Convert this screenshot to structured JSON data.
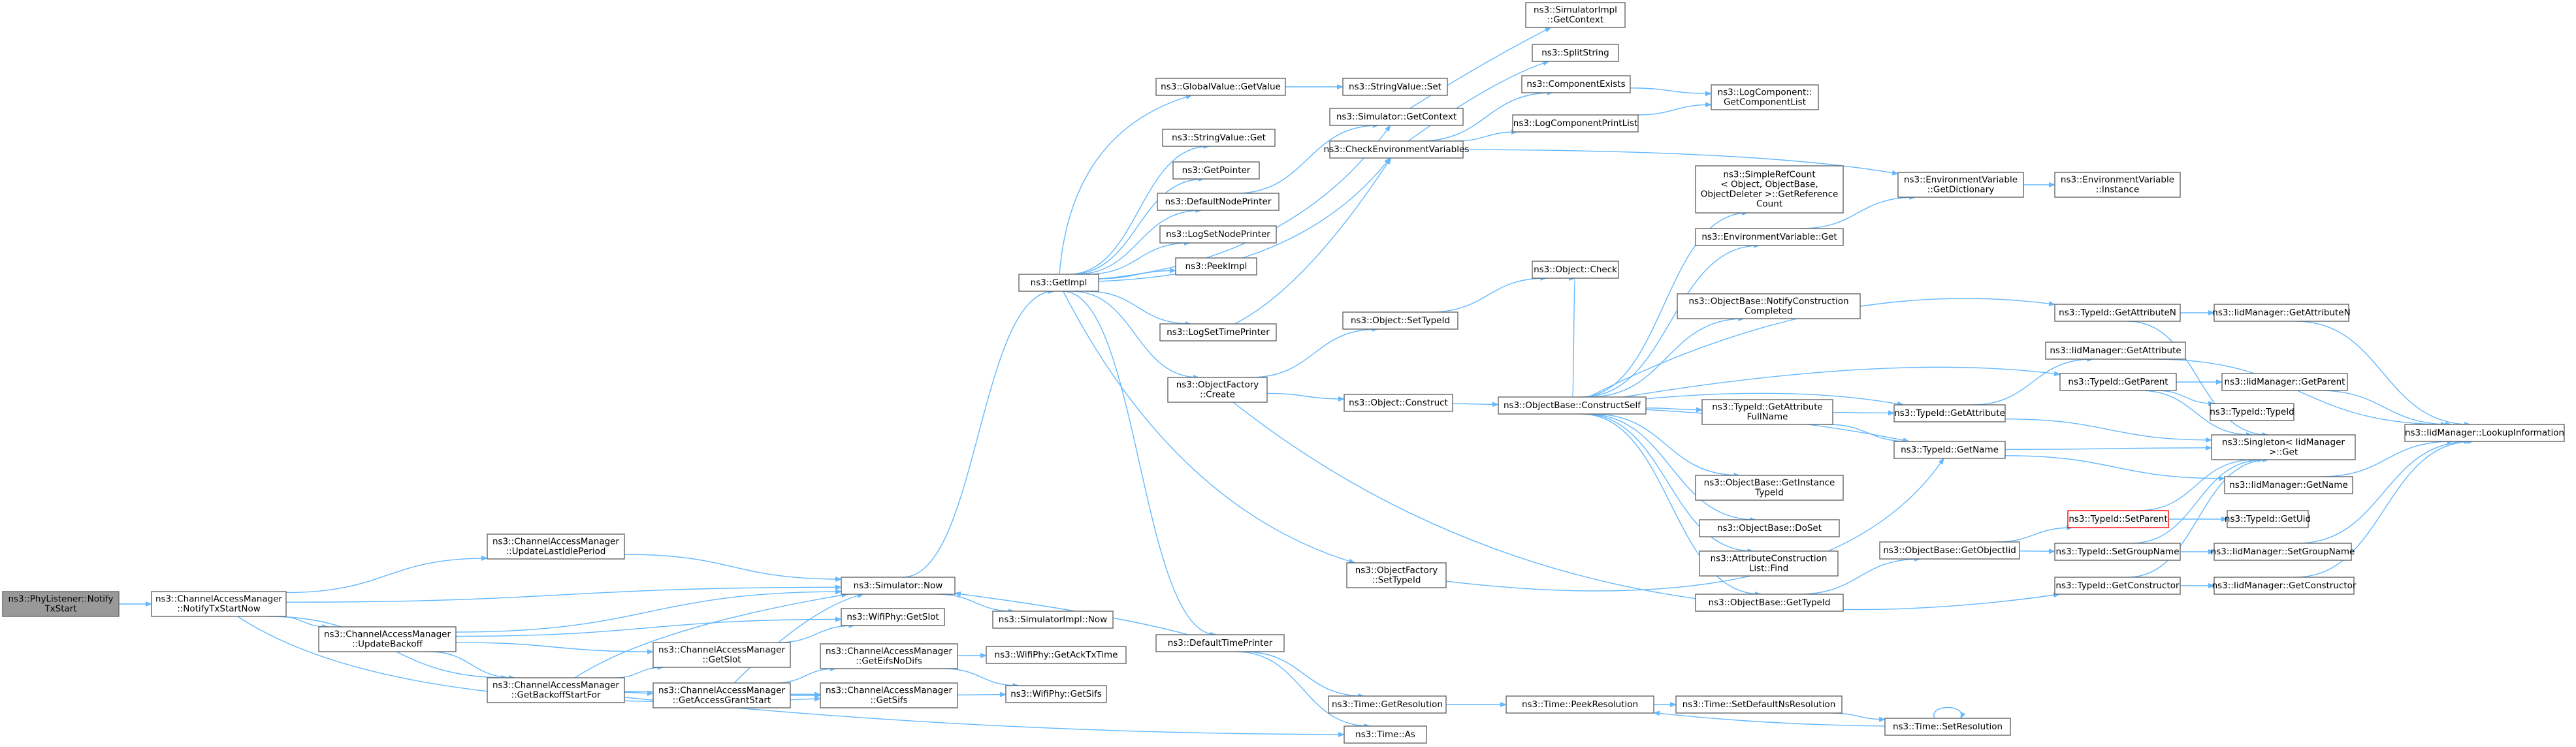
{
  "colors": {
    "edge": "#63b8ff",
    "node_border": "#666666",
    "root_fill": "#999999",
    "highlight_border": "#ff0000"
  },
  "nodes": [
    {
      "id": "n1",
      "lines": [
        "ns3::PhyListener::Notify",
        "TxStart"
      ],
      "root": true
    },
    {
      "id": "n2",
      "lines": [
        "ns3::ChannelAccessManager",
        "::NotifyTxStartNow"
      ]
    },
    {
      "id": "n3",
      "lines": [
        "ns3::ChannelAccessManager",
        "::UpdateLastIdlePeriod"
      ]
    },
    {
      "id": "n4",
      "lines": [
        "ns3::Simulator::Now"
      ]
    },
    {
      "id": "n5",
      "lines": [
        "ns3::ChannelAccessManager",
        "::UpdateBackoff"
      ]
    },
    {
      "id": "n6",
      "lines": [
        "ns3::ChannelAccessManager",
        "::GetSlot"
      ]
    },
    {
      "id": "n7",
      "lines": [
        "ns3::ChannelAccessManager",
        "::GetBackoffStartFor"
      ]
    },
    {
      "id": "n8",
      "lines": [
        "ns3::ChannelAccessManager",
        "::GetAccessGrantStart"
      ]
    },
    {
      "id": "n9",
      "lines": [
        "ns3::ChannelAccessManager",
        "::GetSifs"
      ]
    },
    {
      "id": "n10",
      "lines": [
        "ns3::WifiPhy::GetSlot"
      ]
    },
    {
      "id": "n11",
      "lines": [
        "ns3::ChannelAccessManager",
        "::GetEifsNoDifs"
      ]
    },
    {
      "id": "n12",
      "lines": [
        "ns3::WifiPhy::GetAckTxTime"
      ]
    },
    {
      "id": "n13",
      "lines": [
        "ns3::WifiPhy::GetSifs"
      ]
    },
    {
      "id": "n14",
      "lines": [
        "ns3::SimulatorImpl::Now"
      ]
    },
    {
      "id": "n15",
      "lines": [
        "ns3::GetImpl"
      ]
    },
    {
      "id": "n16",
      "lines": [
        "ns3::GlobalValue::GetValue"
      ]
    },
    {
      "id": "n17",
      "lines": [
        "ns3::StringValue::Set"
      ]
    },
    {
      "id": "n18",
      "lines": [
        "ns3::StringValue::Get"
      ]
    },
    {
      "id": "n19",
      "lines": [
        "ns3::GetPointer"
      ]
    },
    {
      "id": "n20",
      "lines": [
        "ns3::DefaultNodePrinter"
      ]
    },
    {
      "id": "n21",
      "lines": [
        "ns3::LogSetNodePrinter"
      ]
    },
    {
      "id": "n22",
      "lines": [
        "ns3::PeekImpl"
      ]
    },
    {
      "id": "n23",
      "lines": [
        "ns3::LogSetTimePrinter"
      ]
    },
    {
      "id": "n24",
      "lines": [
        "ns3::ObjectFactory",
        "::Create"
      ]
    },
    {
      "id": "n25",
      "lines": [
        "ns3::ObjectFactory",
        "::SetTypeId"
      ]
    },
    {
      "id": "n26",
      "lines": [
        "ns3::DefaultTimePrinter"
      ]
    },
    {
      "id": "n27",
      "lines": [
        "ns3::Simulator::GetContext"
      ]
    },
    {
      "id": "n28",
      "lines": [
        "ns3::CheckEnvironmentVariables"
      ]
    },
    {
      "id": "n29",
      "lines": [
        "ns3::SimulatorImpl",
        "::GetContext"
      ]
    },
    {
      "id": "n30",
      "lines": [
        "ns3::SplitString"
      ]
    },
    {
      "id": "n31",
      "lines": [
        "ns3::ComponentExists"
      ]
    },
    {
      "id": "n32",
      "lines": [
        "ns3::LogComponentPrintList"
      ]
    },
    {
      "id": "n33",
      "lines": [
        "ns3::LogComponent::",
        "GetComponentList"
      ]
    },
    {
      "id": "n34",
      "lines": [
        "ns3::EnvironmentVariable",
        "::GetDictionary"
      ]
    },
    {
      "id": "n35",
      "lines": [
        "ns3::EnvironmentVariable",
        "::Instance"
      ]
    },
    {
      "id": "n36",
      "lines": [
        "ns3::Object::SetTypeId"
      ]
    },
    {
      "id": "n37",
      "lines": [
        "ns3::Object::Check"
      ]
    },
    {
      "id": "n38",
      "lines": [
        "ns3::Object::Construct"
      ]
    },
    {
      "id": "n39",
      "lines": [
        "ns3::ObjectBase::ConstructSelf"
      ]
    },
    {
      "id": "n40",
      "lines": [
        "ns3::SimpleRefCount",
        "< Object, ObjectBase,",
        "ObjectDeleter >::GetReference",
        "Count"
      ]
    },
    {
      "id": "n41",
      "lines": [
        "ns3::EnvironmentVariable::Get"
      ]
    },
    {
      "id": "n42",
      "lines": [
        "ns3::ObjectBase::NotifyConstruction",
        "Completed"
      ]
    },
    {
      "id": "n43",
      "lines": [
        "ns3::TypeId::GetAttribute",
        "FullName"
      ]
    },
    {
      "id": "n44",
      "lines": [
        "ns3::ObjectBase::GetInstance",
        "TypeId"
      ]
    },
    {
      "id": "n45",
      "lines": [
        "ns3::ObjectBase::DoSet"
      ]
    },
    {
      "id": "n46",
      "lines": [
        "ns3::AttributeConstruction",
        "List::Find"
      ]
    },
    {
      "id": "n47",
      "lines": [
        "ns3::ObjectBase::GetTypeId"
      ]
    },
    {
      "id": "n48",
      "lines": [
        "ns3::TypeId::GetAttributeN"
      ]
    },
    {
      "id": "n49",
      "lines": [
        "ns3::IidManager::GetAttributeN"
      ]
    },
    {
      "id": "n50",
      "lines": [
        "ns3::IidManager::GetAttribute"
      ]
    },
    {
      "id": "n51",
      "lines": [
        "ns3::TypeId::GetParent"
      ]
    },
    {
      "id": "n52",
      "lines": [
        "ns3::IidManager::GetParent"
      ]
    },
    {
      "id": "n53",
      "lines": [
        "ns3::TypeId::TypeId"
      ]
    },
    {
      "id": "n54",
      "lines": [
        "ns3::TypeId::GetAttribute"
      ]
    },
    {
      "id": "n55",
      "lines": [
        "ns3::Singleton< IidManager",
        ">::Get"
      ]
    },
    {
      "id": "n56",
      "lines": [
        "ns3::TypeId::GetName"
      ]
    },
    {
      "id": "n57",
      "lines": [
        "ns3::IidManager::GetName"
      ]
    },
    {
      "id": "n58",
      "lines": [
        "ns3::ObjectBase::GetObjectIid"
      ]
    },
    {
      "id": "n59",
      "lines": [
        "ns3::TypeId::SetParent"
      ],
      "highlight": true
    },
    {
      "id": "n60",
      "lines": [
        "ns3::TypeId::GetUid"
      ]
    },
    {
      "id": "n61",
      "lines": [
        "ns3::TypeId::SetGroupName"
      ]
    },
    {
      "id": "n62",
      "lines": [
        "ns3::IidManager::SetGroupName"
      ]
    },
    {
      "id": "n63",
      "lines": [
        "ns3::TypeId::GetConstructor"
      ]
    },
    {
      "id": "n64",
      "lines": [
        "ns3::IidManager::GetConstructor"
      ]
    },
    {
      "id": "n65",
      "lines": [
        "ns3::IidManager::LookupInformation"
      ]
    },
    {
      "id": "n66",
      "lines": [
        "ns3::Time::GetResolution"
      ]
    },
    {
      "id": "n67",
      "lines": [
        "ns3::Time::PeekResolution"
      ]
    },
    {
      "id": "n68",
      "lines": [
        "ns3::Time::SetDefaultNsResolution"
      ]
    },
    {
      "id": "n69",
      "lines": [
        "ns3::Time::SetResolution"
      ]
    },
    {
      "id": "n70",
      "lines": [
        "ns3::Time::As"
      ]
    }
  ]
}
